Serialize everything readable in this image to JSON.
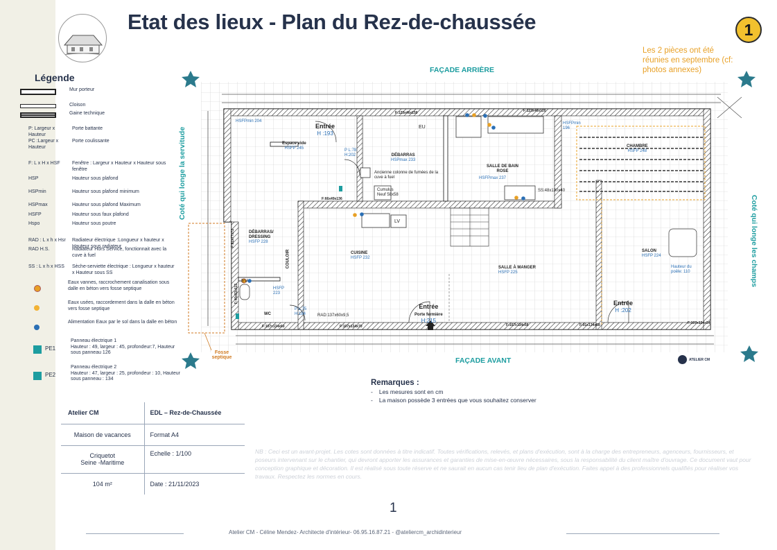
{
  "header": {
    "title": "Etat des lieux - Plan du Rez-de-chaussée",
    "page_badge": "1"
  },
  "legend": {
    "title": "Légende",
    "items": [
      {
        "abbr": "",
        "text": "Mur porteur"
      },
      {
        "abbr": "",
        "text": "Cloison"
      },
      {
        "abbr": "",
        "text": "Gaine technique"
      },
      {
        "abbr": "P: Largeur x Hauteur",
        "text": "Porte battante"
      },
      {
        "abbr": "PC :Largeur x Hauteur",
        "text": "Porte coulissante"
      },
      {
        "abbr": "F: L x H x HSF",
        "text": "Fenêtre : Largeur x Hauteur x Hauteur sous fenêtre"
      },
      {
        "abbr": "HSP",
        "text": "Hauteur sous plafond"
      },
      {
        "abbr": "HSPmin",
        "text": "Hauteur sous plafond minimum"
      },
      {
        "abbr": "HSPmax",
        "text": "Hauteur sous plafond Maximum"
      },
      {
        "abbr": "HSFP",
        "text": "Hauteur sous faux plafond"
      },
      {
        "abbr": "Hspo",
        "text": "Hauteur sous poutre"
      },
      {
        "abbr": "RAD : L x h x Hsr",
        "text": "Radiateur électrique :Longueur x hauteur x Hauteur sous radiateur"
      },
      {
        "abbr": "RAD H.S.",
        "text": "Radiateur Hors Service, fonctionnait avec la cuve à fuel"
      },
      {
        "abbr": "SS : L x h x HSS",
        "text": "Sèche-serviette électrique : Longueur  x hauteur x Hauteur sous SS"
      },
      {
        "abbr": "",
        "text": "Eaux vannes, raccrochement canalisation sous dalle en béton vers fosse septique"
      },
      {
        "abbr": "",
        "text": "Eaux usées, raccordement dans la dalle en béton vers fosse septique"
      },
      {
        "abbr": "",
        "text": "Alimentation Eaux par le sol dans la dalle en béton"
      },
      {
        "abbr": "PE1",
        "text": "Panneau électrique 1\nHauteur : 49, largeur : 45, profondeur:7, Hauteur sous panneau 126"
      },
      {
        "abbr": "PE2",
        "text": "Panneau électrique 2\nHauteur : 47, largeur : 25, profondeur : 10, Hauteur sous panneau : 134"
      }
    ]
  },
  "plan": {
    "annex_note": "Les 2 pièces ont été réunies en septembre (cf: photos annexes)",
    "facade_back": "FAÇADE ARRIÈRE",
    "facade_front": "FAÇADE AVANT",
    "side_left": "Coté qui longe la servitude",
    "side_right": "Coté qui longe les champs",
    "septic": "Fosse septique",
    "rooms": {
      "espace_vide": "Espace vide",
      "espace_vide_h": "HSFP 245",
      "debarras": "DÉBARRAS",
      "debarras_h": "HSPmax 233",
      "colonne": "Ancienne colonne de fumées  de la cuve à fuel",
      "cumulus": "Cumulus Neuf 58x58",
      "sdb": "SALLE DE BAIN ROSE",
      "sdb_h": "HSFPmax 237",
      "ss": "SS:48x130x40",
      "chambre": "CHAMBRE",
      "chambre_h": "HSFP 248",
      "dressing": "DÉBARRAS/ DRESSING",
      "dressing_h": "HSFP 228",
      "couloir": "COULOIR",
      "cuisine": "CUISINE",
      "cuisine_h": "HSFP 232",
      "sam": "SALLE À MANGER",
      "sam_h": "HSFP 225",
      "salon": "SALON",
      "salon_h": "HSFP 224",
      "poele": "Hauteur du poêle: 110",
      "wc": "WC",
      "wc_h": "HSFP 223",
      "hspmin204": "HSFPmin 204",
      "hspmin_sdb": "HSFPmin 196",
      "rad": "RAD:137x60x9,5",
      "lv": "LV",
      "eu": "EU",
      "ev": "EV"
    },
    "entries": [
      {
        "label": "Entrée",
        "sub": "H :193"
      },
      {
        "label": "Entrée",
        "sub2": "Porte fermière",
        "sub": "H:215"
      },
      {
        "label": "Entrée",
        "sub": "H :202"
      }
    ],
    "windows": [
      "F:123x46x150",
      "F:123x46x120",
      "F:66x49x136",
      "F:107x134x60",
      "F:107x134x70",
      "F:107x134x68",
      "F:91x134x68",
      "F:107x134x84",
      "F:81x77x72",
      "F:46x83x115"
    ],
    "doors": [
      "P L:78 H:202",
      "P L:75 H:184"
    ]
  },
  "remarks": {
    "title": "Remarques :",
    "items": [
      "Les mesures sont en cm",
      "La maison possède 3 entrées que vous souhaitez conserver"
    ]
  },
  "info_table": [
    [
      "Atelier CM",
      "EDL – Rez-de-Chaussée"
    ],
    [
      "Maison de vacances",
      "Format A4"
    ],
    [
      "Criquetot\nSeine -Maritime",
      "Echelle : 1/100"
    ],
    [
      "104 m²",
      "Date : 21/11/2023"
    ]
  ],
  "disclaimer": "NB : Ceci est un avant-projet. Les cotes sont données à titre indicatif. Toutes vérifications, relevés, et plans d'exécution, sont à la charge des entrepreneurs, agenceurs, fournisseurs, et poseurs intervenant sur le chantier, qui devront apporter les assurances et garanties de mise-en-œuvre nécessaires, sous la responsabilité du client maître d'ouvrage. Ce document vaut pour conception graphique et décoration. Il est réalisé sous toute réserve et ne saurait en aucun cas tenir lieu de plan d'exécution. Faites appel à des professionnels qualifiés pour réaliser vos travaux. Respectez les normes en cours.",
  "page_number": "1",
  "footer": "Atelier CM - Céline Mendez- Architecte d'intérieur- 06.95.16.87.21 - @ateliercm_archidinterieur",
  "atelier_logo": "ATELIER CM",
  "colors": {
    "teal": "#1d9da0",
    "orange": "#e8a025",
    "navy": "#26324b",
    "blue": "#2a6fb5"
  }
}
